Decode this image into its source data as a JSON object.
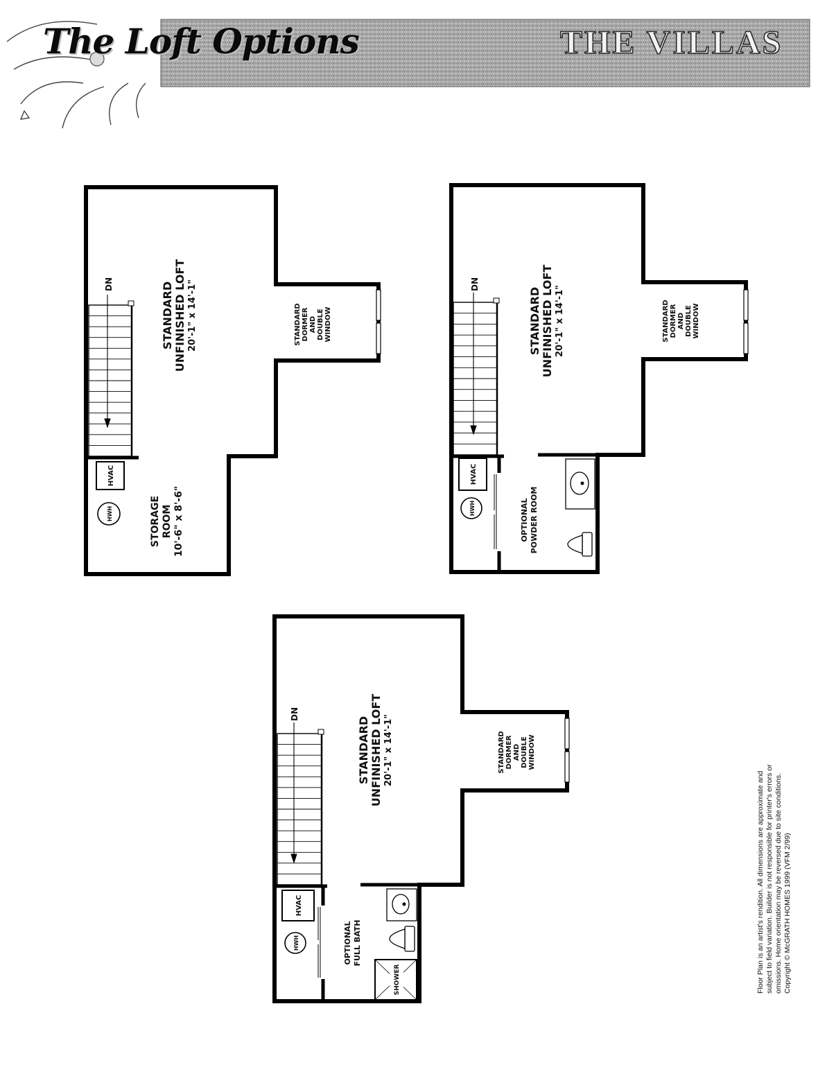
{
  "header": {
    "title": "The Loft Options",
    "brand": "THE VILLAS"
  },
  "plans": [
    {
      "name": "storage-room-option",
      "stair_label": "DN",
      "loft": {
        "line1": "STANDARD",
        "line2": "UNFINISHED LOFT",
        "dims": "20'-1\" x 14'-1\""
      },
      "dormer": [
        "STANDARD",
        "DORMER",
        "AND",
        "DOUBLE",
        "WINDOW"
      ],
      "hvac": "HVAC",
      "hwh": "HWH",
      "room": {
        "line1": "STORAGE",
        "line2": "ROOM",
        "dims": "10'-6\" x 8'-6\""
      }
    },
    {
      "name": "powder-room-option",
      "stair_label": "DN",
      "loft": {
        "line1": "STANDARD",
        "line2": "UNFINISHED LOFT",
        "dims": "20'-1\" x 14'-1\""
      },
      "dormer": [
        "STANDARD",
        "DORMER",
        "AND",
        "DOUBLE",
        "WINDOW"
      ],
      "hvac": "HVAC",
      "hwh": "HWH",
      "room": {
        "line1": "OPTIONAL",
        "line2": "POWDER ROOM"
      }
    },
    {
      "name": "full-bath-option",
      "stair_label": "DN",
      "loft": {
        "line1": "STANDARD",
        "line2": "UNFINISHED LOFT",
        "dims": "20'-1\" x 14'-1\""
      },
      "dormer": [
        "STANDARD",
        "DORMER",
        "AND",
        "DOUBLE",
        "WINDOW"
      ],
      "hvac": "HVAC",
      "hwh": "HWH",
      "room": {
        "line1": "OPTIONAL",
        "line2": "FULL BATH"
      },
      "shower": "SHOWER"
    }
  ],
  "footnote": [
    "Floor Plan is an artist's rendition. All dimensions are approximate and",
    "subject to field variation. Builder is not responsible for printer's errors or",
    "omissions. Home orientation may be reversed due to site conditions.",
    "Copyright © McGRATH HOMES 1999  (VFM 2/99)"
  ]
}
